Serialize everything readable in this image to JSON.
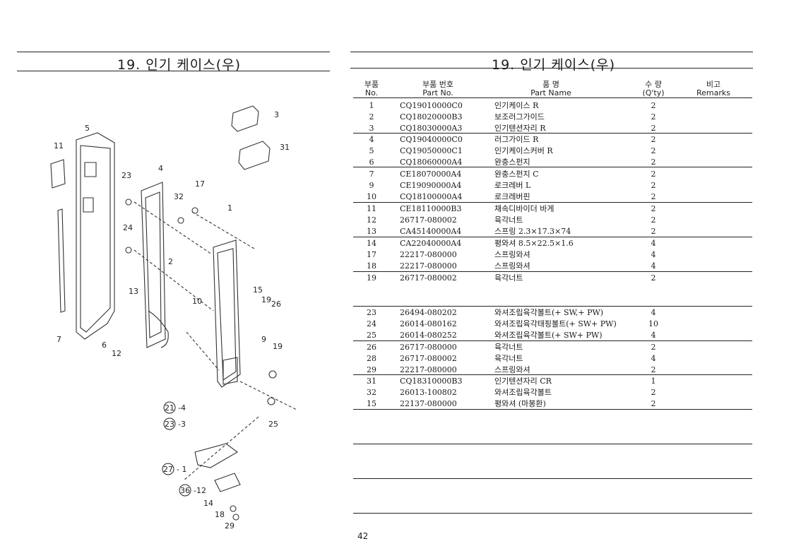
{
  "left_panel": {
    "title": "19. 인기 케이스(우)",
    "callouts": [
      "3",
      "31",
      "5",
      "11",
      "23",
      "4",
      "32",
      "17",
      "1",
      "24",
      "2",
      "15",
      "19",
      "26",
      "13",
      "10",
      "6",
      "12",
      "7",
      "9",
      "19",
      "21",
      "-4",
      "23",
      "-3",
      "25",
      "27",
      "- 1",
      "36",
      "-12",
      "14",
      "18",
      "29"
    ]
  },
  "right_panel": {
    "title": "19. 인기 케이스(우)",
    "headers": {
      "no": "부품\nNo.",
      "part": "부품   번호\nPart   No.",
      "name": "품         명\nPart      Name",
      "qty": "수   량\n(Q'ty)",
      "remarks": "비고\nRemarks"
    },
    "rows": [
      {
        "no": "1",
        "part": "CQ19010000C0",
        "name": "인기케이스 R",
        "qty": "2"
      },
      {
        "no": "2",
        "part": "CQ18020000B3",
        "name": "보조러그가이드",
        "qty": "2"
      },
      {
        "no": "3",
        "part": "CQ18030000A3",
        "name": "인기텐션자리 R",
        "qty": "2"
      },
      {
        "no": "4",
        "part": "CQ19040000C0",
        "name": "러그가이드 R",
        "qty": "2"
      },
      {
        "no": "5",
        "part": "CQ19050000C1",
        "name": "인기케이스커버 R",
        "qty": "2"
      },
      {
        "no": "6",
        "part": "CQ18060000A4",
        "name": "완충스펀지",
        "qty": "2"
      },
      {
        "no": "7",
        "part": "CE18070000A4",
        "name": "완충스펀지 C",
        "qty": "2"
      },
      {
        "no": "9",
        "part": "CE19090000A4",
        "name": "로크레버 L",
        "qty": "2"
      },
      {
        "no": "10",
        "part": "CQ18100000A4",
        "name": "로크레버핀",
        "qty": "2"
      },
      {
        "no": "11",
        "part": "CE18110000B3",
        "name": "채속디바이더 바게",
        "qty": "2"
      },
      {
        "no": "12",
        "part": "26717-080002",
        "name": "육각너트",
        "qty": "2"
      },
      {
        "no": "13",
        "part": "CA45140000A4",
        "name": "스프링 2.3×17.3×74",
        "qty": "2"
      },
      {
        "no": "14",
        "part": "CA22040000A4",
        "name": "평와셔 8.5×22.5×1.6",
        "qty": "4"
      },
      {
        "no": "17",
        "part": "22217-080000",
        "name": "스프링와셔",
        "qty": "4"
      },
      {
        "no": "18",
        "part": "22217-080000",
        "name": "스프링와셔",
        "qty": "4"
      },
      {
        "no": "19",
        "part": "26717-080002",
        "name": "육각너트",
        "qty": "2"
      },
      {
        "no": "23",
        "part": "26494-080202",
        "name": "와셔조립육각볼트(+ SW,+ PW)",
        "qty": "4"
      },
      {
        "no": "24",
        "part": "26014-080162",
        "name": "와셔조립육각태핑볼트(+ SW+ PW)",
        "qty": "10"
      },
      {
        "no": "25",
        "part": "26014-080252",
        "name": "와셔조립육각볼트(+ SW+ PW)",
        "qty": "4"
      },
      {
        "no": "26",
        "part": "26717-080000",
        "name": "육각너트",
        "qty": "2"
      },
      {
        "no": "28",
        "part": "26717-080002",
        "name": "육각너트",
        "qty": "4"
      },
      {
        "no": "29",
        "part": "22217-080000",
        "name": "스프링와셔",
        "qty": "2"
      },
      {
        "no": "31",
        "part": "CQ18310000B3",
        "name": "인기텐션자리 CR",
        "qty": "1"
      },
      {
        "no": "32",
        "part": "26013-100802",
        "name": "와셔조립육각볼트",
        "qty": "2"
      },
      {
        "no": "15",
        "part": "22137-080000",
        "name": "평와셔 (마봉환)",
        "qty": "2"
      }
    ]
  },
  "page_number": "42"
}
